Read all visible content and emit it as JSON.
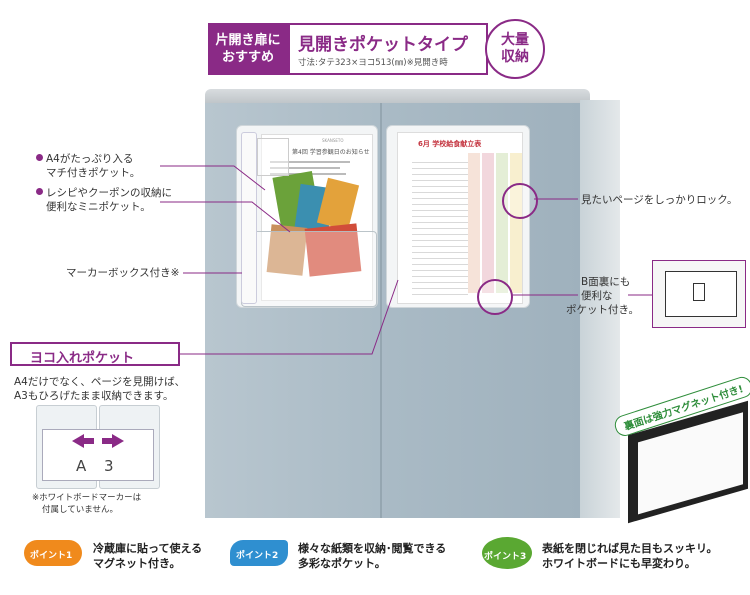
{
  "header": {
    "left_line1": "片開き扉に",
    "left_line2": "おすすめ",
    "title": "見開きポケットタイプ",
    "size": "寸法:タテ323×ヨコ513(㎜)※見開き時",
    "badge_line1": "大量",
    "badge_line2": "収納"
  },
  "callouts": {
    "a4_line1": "A4がたっぷり入る",
    "a4_line2": "マチ付きポケット。",
    "recipe_line1": "レシピやクーポンの収納に",
    "recipe_line2": "便利なミニポケット。",
    "marker_box": "マーカーボックス付き※",
    "lock": "見たいページをしっかりロック。",
    "bside_line1": "B面裏にも",
    "bside_line2": "便利な",
    "bside_line3": "ポケット付き。"
  },
  "yoko": {
    "title": "ヨコ入れポケット",
    "desc_line1": "A4だけでなく、ページを見開けば、",
    "desc_line2": "A3もひろげたまま収納できます。",
    "letter_a": "A",
    "letter_3": "3",
    "note_line1": "※ホワイトボードマーカーは",
    "note_line2": "付属していません。"
  },
  "magnet_tag": "裏面は強力マグネット付き!",
  "left_doc": {
    "title": "第4回 学習参観日のお知らせ",
    "brand": "SKANSETO"
  },
  "right_doc": {
    "title": "6月 学校給食献立表"
  },
  "points": [
    {
      "badge": "ポイント1",
      "line1": "冷蔵庫に貼って使える",
      "line2": "マグネット付き。",
      "color": "#f08a1c"
    },
    {
      "badge": "ポイント2",
      "line1": "様々な紙類を収納･閲覧できる",
      "line2": "多彩なポケット。",
      "color": "#2f8fd0"
    },
    {
      "badge": "ポイント3",
      "line1": "表紙を閉じれば見た目もスッキリ。",
      "line2": "ホワイトボードにも早変わり。",
      "color": "#5aa832"
    }
  ],
  "colors": {
    "accent": "#8a2a86",
    "fridge": "#a9bac5"
  }
}
